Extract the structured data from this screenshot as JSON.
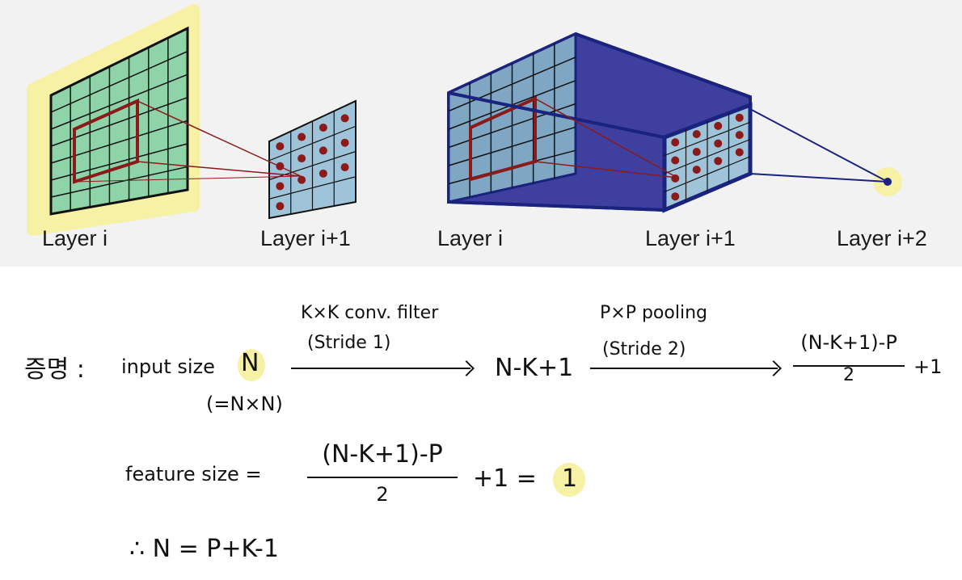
{
  "diagram": {
    "labels": {
      "left_layer_i": "Layer i",
      "left_layer_i1": "Layer i+1",
      "right_layer_i": "Layer i",
      "right_layer_i1": "Layer i+1",
      "right_layer_i2": "Layer i+2"
    },
    "colors": {
      "highlight": "#f7f1a6",
      "grid_green": "#8fd3a8",
      "grid_blue": "#9fc3d8",
      "filter_red": "#8b1a1a",
      "volume_blue": "#3f3fa0",
      "edge_navy": "#1a237e"
    }
  },
  "proof": {
    "prefix": "증명 :",
    "input_label": "input size",
    "input_symbol": "N",
    "input_note": "(=N×N)",
    "conv_label": "K×K conv. filter",
    "conv_stride": "(Stride 1)",
    "after_conv": "N-K+1",
    "pool_label": "P×P pooling",
    "pool_stride": "(Stride 2)",
    "pool_result_num": "(N-K+1)-P",
    "pool_result_den": "2",
    "pool_result_tail": "+1",
    "feature_label": "feature size =",
    "feature_num": "(N-K+1)-P",
    "feature_den": "2",
    "feature_tail": "+1  =",
    "feature_value": "1",
    "therefore": "∴  N = P+K-1"
  }
}
